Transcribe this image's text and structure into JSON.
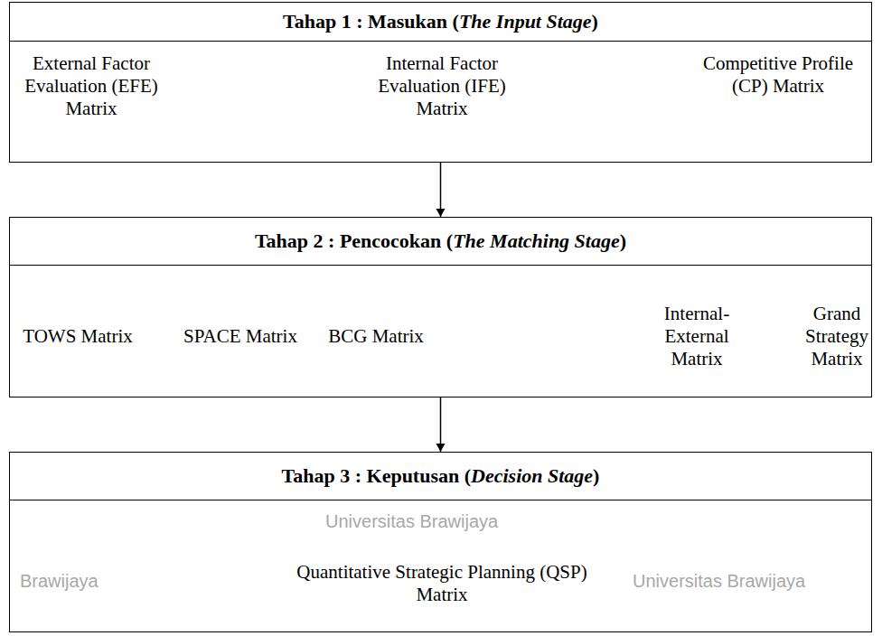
{
  "diagram": {
    "nodes": [
      {
        "text": [
          "Tahap 1 : Masukan (The Input Stage)",
          "External Factor Evaluation (EFE) Matrix",
          "Internal Factor Evaluation (IFE) Matrix",
          "Competitive Profile (CP) Matrix"
        ]
      },
      {
        "text": [
          "Tahap 2 : Pencocokan (The Matching Stage)",
          "TOWS Matrix",
          "SPACE Matrix",
          "BCG Matrix",
          "Internal-External Matrix",
          "Grand Strategy Matrix"
        ]
      },
      {
        "text": [
          "Tahap 3 : Keputusan (Decision Stage)",
          "Quantitative Strategic Planning (QSP) Matrix"
        ]
      }
    ],
    "edges": [
      {
        "from": 0,
        "to": 1,
        "arrow": "to"
      },
      {
        "from": 1,
        "to": 2,
        "arrow": "to"
      }
    ],
    "labels": [
      "Brawijaya",
      "Universitas Brawijaya",
      "Universitas Brawijaya"
    ]
  }
}
